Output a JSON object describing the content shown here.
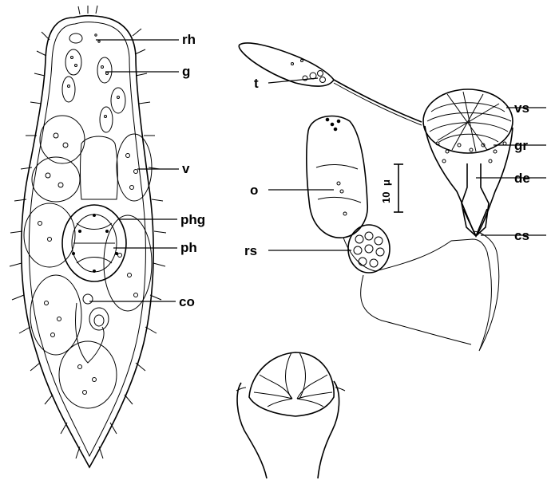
{
  "labels": {
    "rh": "rh",
    "g": "g",
    "v": "v",
    "phg": "phg",
    "ph": "ph",
    "co": "co",
    "t": "t",
    "vs": "vs",
    "gr": "gr",
    "de": "de",
    "o": "o",
    "rs": "rs",
    "cs": "cs"
  },
  "scale_bar": {
    "value": "10",
    "unit": "μ"
  },
  "colors": {
    "ink": "#000000",
    "background": "#ffffff"
  }
}
